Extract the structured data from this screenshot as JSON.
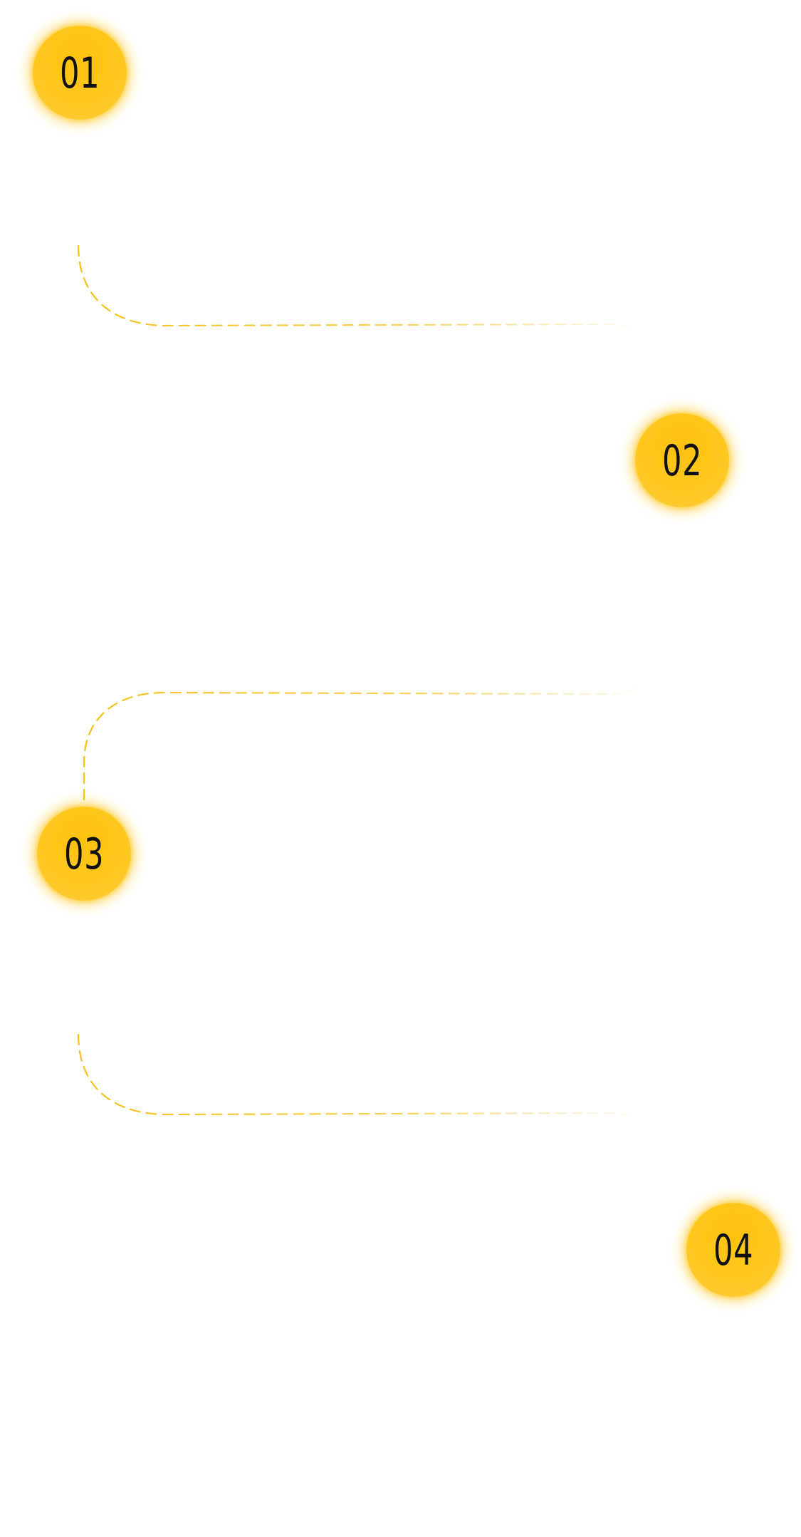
{
  "accent_color": "#ffc20f",
  "connector_color": "#f5c11a",
  "steps": [
    {
      "number": "01"
    },
    {
      "number": "02"
    },
    {
      "number": "03"
    },
    {
      "number": "04"
    }
  ]
}
